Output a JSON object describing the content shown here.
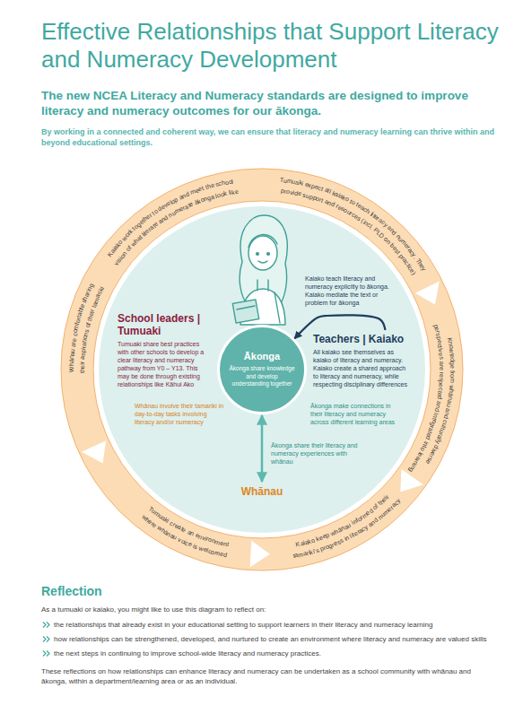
{
  "diagram": {
    "title": "Effective Relationships that Support Literacy and Numeracy Development",
    "nodes": [
      {
        "text": [
          "School leaders | Tumuaki",
          "Tumuaki share best practices with other schools to develop a clear literacy and numeracy pathway from Y0 – Y13. This may be done through existing relationships like Kāhui Ako"
        ]
      },
      {
        "text": [
          "Ākonga",
          "Ākonga share knowledge and develop understanding together"
        ]
      },
      {
        "text": [
          "Teachers | Kaiako",
          "All kaiako see themselves as kaiako of literacy and numeracy. Kaiako create a shared approach to literacy and numeracy, while respecting disciplinary differences"
        ]
      },
      {
        "text": [
          "Whānau"
        ]
      }
    ],
    "edges": [
      {
        "from": 2,
        "to": 1,
        "arrow": "to"
      },
      {
        "from": 1,
        "to": 3,
        "arrow": "both"
      }
    ],
    "labels": [
      "The new NCEA Literacy and Numeracy standards are designed to improve literacy and numeracy outcomes for our ākonga.",
      "By working in a connected and coherent way, we can ensure that literacy and numeracy learning can thrive within and beyond educational settings.",
      "Kaiako work together to develop and meet the school vision of what literate and numerate ākonga look like",
      "Tumuaki expect all kaiako to teach literacy and numeracy. They provide support and resources (incl. PLD on best practice)",
      "Knowledge from whānau and culturally diverse perspectives are respected and integrated into learning",
      "Kaiako keep whānau informed of their tamariki's progress in literacy and numeracy",
      "Tumuaki create an environment where whānau voice is welcomed",
      "Whānau are comfortable sharing their aspirations of their tamariki",
      "Kaiako teach literacy and numeracy explicitly to ākonga. Kaiako mediate the text or problem for ākonga",
      "Ākonga make connections in their literacy and numeracy across different learning areas",
      "Whānau involve their tamariki in day-to-day tasks involving literacy and/or numeracy",
      "Ākonga share their literacy and numeracy experiences with whānau",
      "Reflection",
      "As a tumuaki or kaiako, you might like to use this diagram to reflect on:",
      "the relationships that already exist in your educational setting to support learners in their literacy and numeracy learning",
      "how relationships can be strengthened, developed, and nurtured to create an environment where literacy and numeracy are valued skills",
      "the next steps in continuing to improve school-wide literacy and numeracy practices.",
      "These reflections on how relationships can enhance literacy and numeracy can be undertaken as a school community with whānau and ākonga, within a department/learning area or as an individual."
    ]
  }
}
